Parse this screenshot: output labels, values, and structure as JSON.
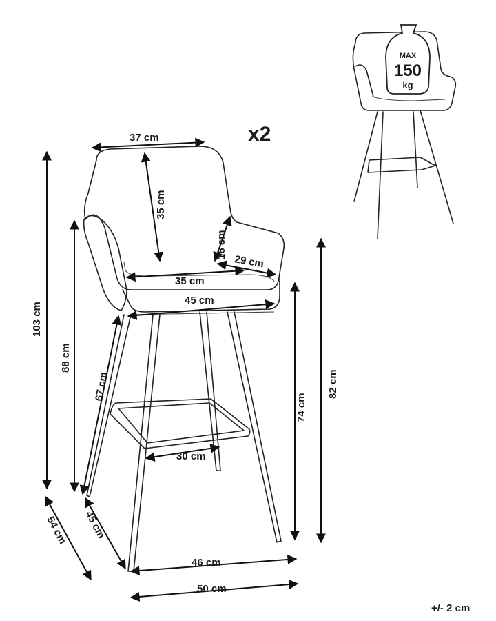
{
  "quantity": "x2",
  "tolerance": "+/- 2 cm",
  "weight_badge": {
    "line1": "MAX",
    "line2": "150",
    "line3": "kg"
  },
  "dimensions": {
    "backrest_top_width": "37 cm",
    "backrest_height": "35 cm",
    "armrest_height": "16 cm",
    "armrest_depth": "29 cm",
    "seat_inner_width": "35 cm",
    "seat_width": "45 cm",
    "total_height": "103 cm",
    "armrest_floor_height": "88 cm",
    "seat_back_height": "67 cm",
    "seat_height": "74 cm",
    "seat_side_height": "82 cm",
    "footrest_width": "30 cm",
    "base_width": "46 cm",
    "overall_width": "50 cm",
    "base_depth": "45 cm",
    "overall_depth": "54 cm"
  }
}
